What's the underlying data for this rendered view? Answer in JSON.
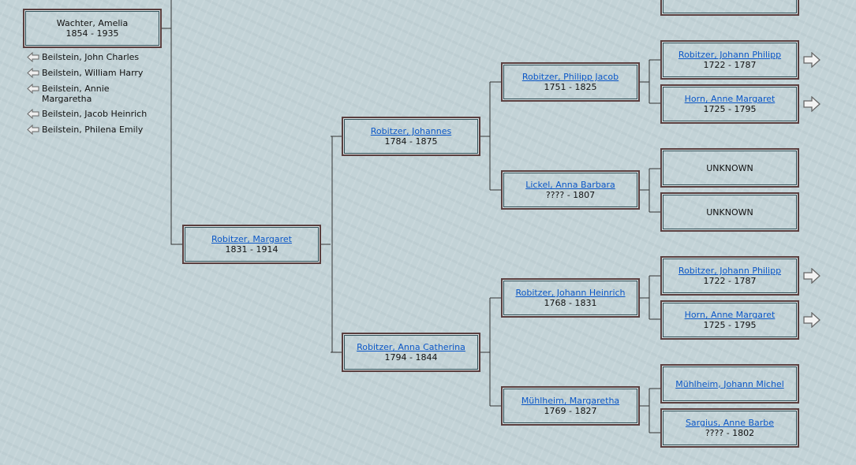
{
  "subject": {
    "name": "Wachter, Amelia",
    "dates": "1854 - 1935"
  },
  "children": [
    "Beilstein, John Charles",
    "Beilstein, William Harry",
    "Beilstein, Annie Margaretha",
    "Beilstein, Jacob Heinrich",
    "Beilstein, Philena Emily"
  ],
  "mother": {
    "name": "Robitzer, Margaret",
    "dates": "1831 - 1914"
  },
  "grandparents": [
    {
      "name": "Robitzer, Johannes",
      "dates": "1784 - 1875"
    },
    {
      "name": "Robitzer, Anna Catherina",
      "dates": "1794 - 1844"
    }
  ],
  "great_grandparents": [
    {
      "name": "Robitzer, Philipp Jacob",
      "dates": "1751 - 1825"
    },
    {
      "name": "Lickel, Anna Barbara",
      "dates": "???? - 1807"
    },
    {
      "name": "Robitzer, Johann Heinrich",
      "dates": "1768 - 1831"
    },
    {
      "name": "Mühlheim, Margaretha",
      "dates": "1769 - 1827"
    }
  ],
  "gg_grandparents": [
    {
      "name": "Robitzer, Johann Philipp",
      "dates": "1722 - 1787"
    },
    {
      "name": "Horn, Anne Margaret",
      "dates": "1725 - 1795"
    },
    {
      "name": "UNKNOWN",
      "dates": ""
    },
    {
      "name": "UNKNOWN",
      "dates": ""
    },
    {
      "name": "Robitzer, Johann Philipp",
      "dates": "1722 - 1787"
    },
    {
      "name": "Horn, Anne Margaret",
      "dates": "1725 - 1795"
    },
    {
      "name": "Mühlheim, Johann Michel",
      "dates": ""
    },
    {
      "name": "Sargius, Anne Barbe",
      "dates": "???? - 1802"
    }
  ],
  "colors": {
    "background": "#c3d3d7",
    "link": "#0b57c7",
    "box_border": "#5a3e3e",
    "line": "#333333"
  }
}
